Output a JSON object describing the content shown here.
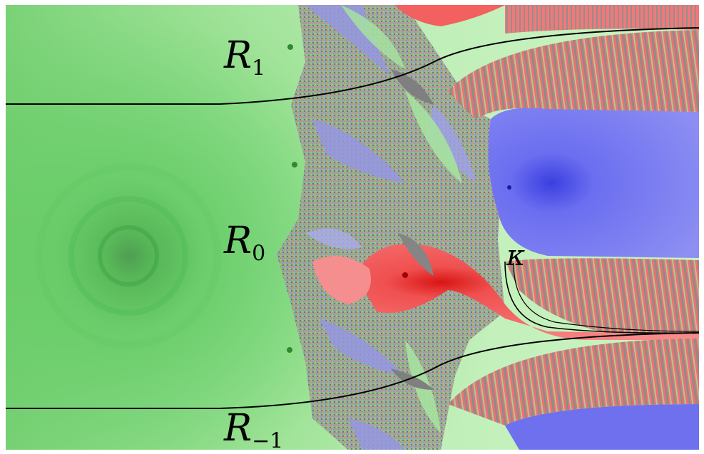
{
  "figure": {
    "labels": {
      "r1": {
        "symbol": "R",
        "subscript": "1"
      },
      "r0": {
        "symbol": "R",
        "subscript": "0"
      },
      "rm1": {
        "symbol": "R",
        "subscript": "−1"
      },
      "kappa": {
        "symbol": "κ"
      }
    },
    "colors": {
      "green_dark": "#0e5e16",
      "green_mid": "#4fc354",
      "green_light": "#b6ecae",
      "red": "#f77575",
      "blue": "#7072f1",
      "gray": "#7b7b7b",
      "curve": "#000000"
    }
  }
}
